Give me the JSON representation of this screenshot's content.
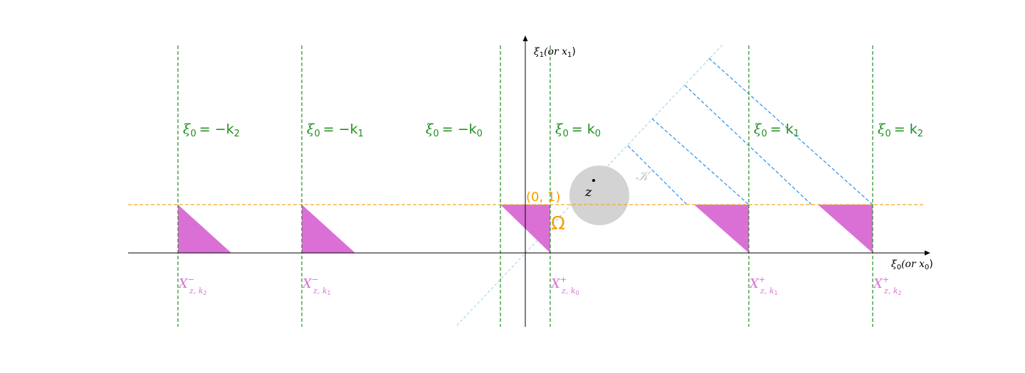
{
  "colors": {
    "axis": "#000000",
    "vertical_lines": "#1f8f1f",
    "omega_line": "#f5a623",
    "omega_label": "#f5a000",
    "triangles": "#da70d6",
    "diagonal_lines": "#2a8ee8",
    "cone_line": "#a8d8e8",
    "disc": "#d3d3d3",
    "kappa": "#c8c8c8"
  },
  "axes": {
    "x_label_main": "ξ",
    "x_label_sub": "0",
    "x_label_paren": "(or x",
    "x_label_paren_sub": "0",
    "x_label_close": ")",
    "y_label_main": "ξ",
    "y_label_sub": "1",
    "y_label_paren": "(or x",
    "y_label_paren_sub": "1",
    "y_label_close": ")"
  },
  "vertical_labels": [
    {
      "sym": "ξ",
      "sub": "0",
      "rel": "= −k",
      "idx": "2"
    },
    {
      "sym": "ξ",
      "sub": "0",
      "rel": "= −k",
      "idx": "1"
    },
    {
      "sym": "ξ",
      "sub": "0",
      "rel": "= −k",
      "idx": "0"
    },
    {
      "sym": "ξ",
      "sub": "0",
      "rel": "= k",
      "idx": "0"
    },
    {
      "sym": "ξ",
      "sub": "0",
      "rel": "= k",
      "idx": "1"
    },
    {
      "sym": "ξ",
      "sub": "0",
      "rel": "= k",
      "idx": "2"
    }
  ],
  "set_labels": [
    {
      "base": "X",
      "sup": "−",
      "sub": "z, k",
      "subsub": "2"
    },
    {
      "base": "X",
      "sup": "−",
      "sub": "z, k",
      "subsub": "1"
    },
    {
      "base": "X",
      "sup": "+",
      "sub": "z, k",
      "subsub": "0"
    },
    {
      "base": "X",
      "sup": "+",
      "sub": "z, k",
      "subsub": "1"
    },
    {
      "base": "X",
      "sup": "+",
      "sub": "z, k",
      "subsub": "2"
    }
  ],
  "point_label": "(0, 1)",
  "omega_label": "Ω",
  "z_label": "z",
  "kappa_label": "𝒦"
}
